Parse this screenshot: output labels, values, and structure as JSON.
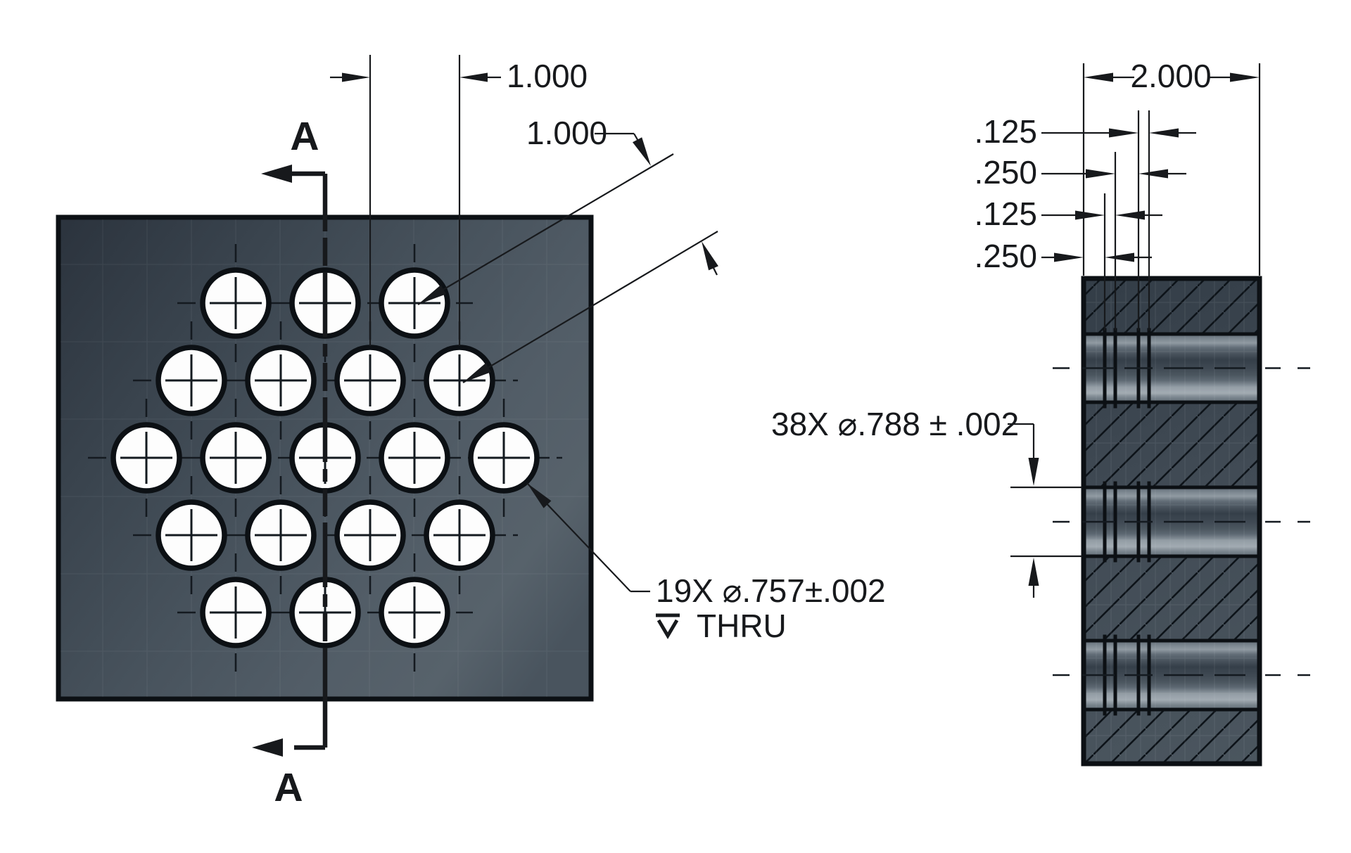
{
  "front_view": {
    "section_arrow_top_label": "A",
    "section_arrow_bottom_label": "A",
    "dim_hole_pitch_horizontal": "1.000",
    "dim_hole_pitch_diagonal": "1.000",
    "thru_hole_callout": {
      "line1": "19X ⌀.757±.002",
      "line2": "THRU"
    }
  },
  "section_view": {
    "dim_overall_width": "2.000",
    "offset_dims": [
      ".125",
      ".250",
      ".125",
      ".250"
    ],
    "cross_hole_callout": "38X ⌀.788 ± .002"
  },
  "colors": {
    "line": "#17191c",
    "plate_dark": "#2b333d",
    "plate_light": "#57626b",
    "bore_highlight": "#a2abb2",
    "background": "#ffffff"
  }
}
